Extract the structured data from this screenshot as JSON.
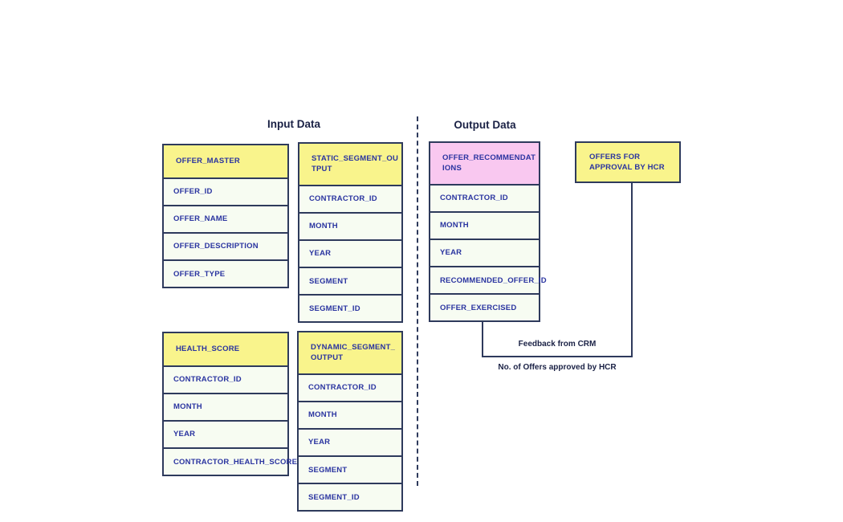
{
  "titles": {
    "input": "Input Data",
    "output": "Output Data"
  },
  "tables": {
    "offer_master": {
      "title": "OFFER_MASTER",
      "fields": [
        "OFFER_ID",
        "OFFER_NAME",
        "OFFER_DESCRIPTION",
        "OFFER_TYPE"
      ]
    },
    "static_segment_output": {
      "title": "STATIC_SEGMENT_OUTPUT",
      "fields": [
        "CONTRACTOR_ID",
        "MONTH",
        "YEAR",
        "SEGMENT",
        "SEGMENT_ID"
      ]
    },
    "health_score": {
      "title": "HEALTH_SCORE",
      "fields": [
        "CONTRACTOR_ID",
        "MONTH",
        "YEAR",
        "CONTRACTOR_HEALTH_SCORE"
      ]
    },
    "dynamic_segment_output": {
      "title": "DYNAMIC_SEGMENT_OUTPUT",
      "fields": [
        "CONTRACTOR_ID",
        "MONTH",
        "YEAR",
        "SEGMENT",
        "SEGMENT_ID"
      ]
    },
    "offer_recommendations": {
      "title": "OFFER_RECOMMENDATIONS",
      "fields": [
        "CONTRACTOR_ID",
        "MONTH",
        "YEAR",
        "RECOMMENDED_OFFER_ID",
        "OFFER_EXERCISED"
      ]
    }
  },
  "boxes": {
    "offers_for_approval": {
      "label": "OFFERS FOR APPROVAL BY HCR"
    }
  },
  "annotations": {
    "feedback_from_crm": "Feedback from CRM",
    "offers_approved": "No. of Offers approved by HCR"
  },
  "colors": {
    "border": "#2e3a5c",
    "header_yellow": "#f9f48c",
    "header_pink": "#f9c8f0",
    "cell_background": "#f7fcf2",
    "field_text": "#2a34a0",
    "title_text": "#1a2145"
  }
}
